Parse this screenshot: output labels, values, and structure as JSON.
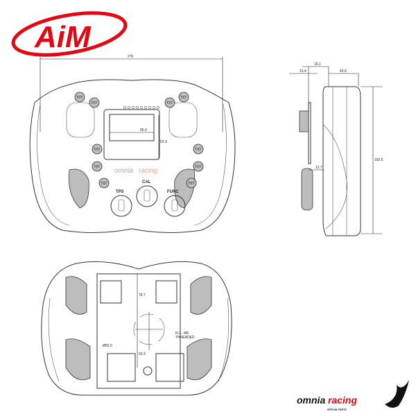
{
  "brand": {
    "logo_text": "AiM",
    "logo_color": "#e30613"
  },
  "front_view": {
    "width_dim": "270",
    "screen_width_dim": "95.0",
    "screen_height_dim": "53.9",
    "button_label": "TXT",
    "knobs": [
      "TPS",
      "CAL",
      "FUNC"
    ],
    "watermark_left": "omnia",
    "watermark_right": "racing"
  },
  "side_view": {
    "dims": {
      "top": "18.1",
      "left": "15.4",
      "right": "42.6",
      "height": "183.5",
      "mid": "12.7"
    }
  },
  "back_view": {
    "dim_vertical": "78.7",
    "dim_lower": "50.3",
    "diameter": "Ø50.0",
    "thread_note_1": "N.3 - M5",
    "thread_note_2": "THREADED"
  },
  "footer_logo": {
    "left": "omnia",
    "right": "racing",
    "tagline": "SPECIAL PARTS",
    "accent": "#e30613"
  }
}
